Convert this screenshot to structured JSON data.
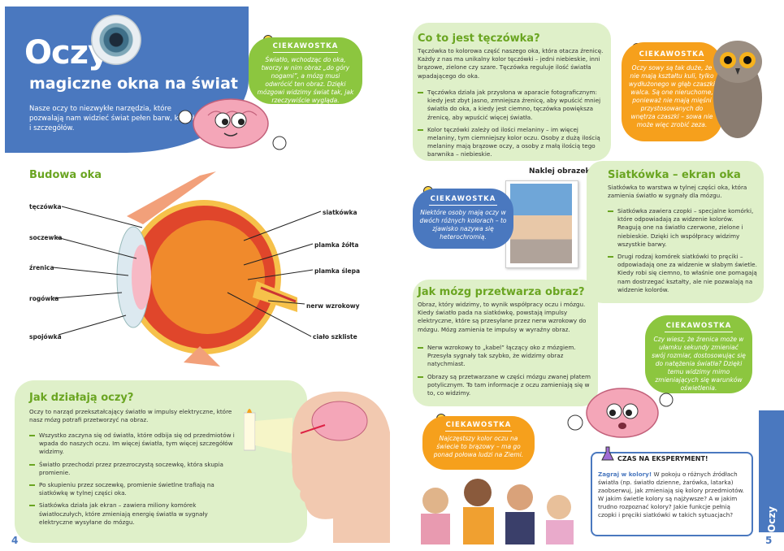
{
  "left": {
    "title": "Oczy",
    "subtitle": "magiczne okna na świat",
    "intro": "Nasze oczy to niezwykłe narzędzia, które pozwalają nam widzieć świat pełen barw, kształtów i szczegółów.",
    "curio1": {
      "label": "CIEKAWOSTKA",
      "text": "Światło, wchodząc do oka, tworzy w nim obraz „do góry nogami”, a mózg musi odwrócić ten obraz. Dzięki mózgowi widzimy świat tak, jak rzeczywiście wygląda."
    },
    "budowa": {
      "title": "Budowa oka",
      "labels_left": [
        "tęczówka",
        "soczewka",
        "źrenica",
        "rogówka",
        "spojówka"
      ],
      "labels_right": [
        "siatkówka",
        "plamka żółta",
        "plamka ślepa",
        "nerw wzrokowy",
        "ciało szkliste"
      ]
    },
    "jak": {
      "title": "Jak działają oczy?",
      "intro": "Oczy to narząd przekształcający światło w impulsy elektryczne, które nasz mózg potrafi przetworzyć na obraz.",
      "bullets": [
        "Wszystko zaczyna się od światła, które odbija się od przedmiotów i wpada do naszych oczu. Im więcej światła, tym więcej szczegółów widzimy.",
        "Światło przechodzi przez przezroczystą soczewkę, która skupia promienie.",
        "Po skupieniu przez soczewkę, promienie świetlne trafiają na siatkówkę w tylnej części oka.",
        "Siatkówka działa jak ekran – zawiera miliony komórek światłoczułych, które zmieniają energię światła w sygnały elektryczne wysyłane do mózgu."
      ]
    },
    "page_number": "4"
  },
  "right": {
    "teczowka": {
      "title": "Co to jest tęczówka?",
      "intro": "Tęczówka to kolorowa część naszego oka, która otacza źrenicę. Każdy z nas ma unikalny kolor tęczówki – jedni niebieskie, inni brązowe, zielone czy szare. Tęczówka reguluje ilość światła wpadającego do oka.",
      "bullets": [
        "Tęczówka działa jak przysłona w aparacie fotograficznym: kiedy jest zbyt jasno, zmniejsza źrenicę, aby wpuścić mniej światła do oka, a kiedy jest ciemno, tęczówka powiększa źrenicę, aby wpuścić więcej światła.",
        "Kolor tęczówki zależy od ilości melaniny – im więcej melaniny, tym ciemniejszy kolor oczu. Osoby z dużą ilością melaniny mają brązowe oczy, a osoby z małą ilością tego barwnika – niebieskie."
      ]
    },
    "curio_owl": {
      "label": "CIEKAWOSTKA",
      "text": "Oczy sowy są tak duże, że nie mają kształtu kuli, tylko wydłużonego w głąb czaszki walca. Są one nieruchome, ponieważ nie mają mięśni przystosowanych do wnętrza czaszki – sowa nie może więc zrobić zeza."
    },
    "naklej": "Naklej obrazek",
    "curio_hetero": {
      "label": "CIEKAWOSTKA",
      "text": "Niektóre osoby mają oczy w dwóch różnych kolorach – to zjawisko nazywa się heterochromią."
    },
    "siatkowka": {
      "title": "Siatkówka – ekran oka",
      "intro": "Siatkówka to warstwa w tylnej części oka, która zamienia światło w sygnały dla mózgu.",
      "bullets": [
        "Siatkówka zawiera czopki – specjalne komórki, które odpowiadają za widzenie kolorów. Reagują one na światło czerwone, zielone i niebieskie. Dzięki ich współpracy widzimy wszystkie barwy.",
        "Drugi rodzaj komórek siatkówki to pręciki – odpowiadają one za widzenie w słabym świetle. Kiedy robi się ciemno, to właśnie one pomagają nam dostrzegać kształty, ale nie pozwalają na widzenie kolorów."
      ]
    },
    "mozg": {
      "title": "Jak mózg przetwarza obraz?",
      "intro": "Obraz, który widzimy, to wynik współpracy oczu i mózgu. Kiedy światło pada na siatkówkę, powstają impulsy elektryczne, które są przesyłane przez nerw wzrokowy do mózgu. Mózg zamienia te impulsy w wyraźny obraz.",
      "bullets": [
        "Nerw wzrokowy to „kabel” łączący oko z mózgiem. Przesyła sygnały tak szybko, że widzimy obraz natychmiast.",
        "Obrazy są przetwarzane w części mózgu zwanej płatem potylicznym. To tam informacje z oczu zamieniają się w to, co widzimy."
      ]
    },
    "curio_pupil": {
      "label": "CIEKAWOSTKA",
      "text": "Czy wiesz, że źrenica może w ułamku sekundy zmieniać swój rozmiar, dostosowując się do natężenia światła? Dzięki temu widzimy mimo zmieniających się warunków oświetlenia."
    },
    "curio_brown": {
      "label": "CIEKAWOSTKA",
      "text": "Najczęstszy kolor oczu na świecie to brązowy – ma go ponad połowa ludzi na Ziemi."
    },
    "experiment": {
      "title": "CZAS NA EKSPERYMENT!",
      "lead": "Zagraj w kolory!",
      "text": "W pokoju o różnych źródłach światła (np. światło dzienne, żarówka, latarka) zaobserwuj, jak zmieniają się kolory przedmiotów. W jakim świetle kolory są najżywsze? A w jakim trudno rozpoznać kolory? Jakie funkcje pełnią czopki i pręciki siatkówki w takich sytuacjach?"
    },
    "side_tab": "Oczy",
    "page_number": "5"
  },
  "colors": {
    "blue": "#4a78bf",
    "green": "#8cc63f",
    "orange": "#f6a01c",
    "light_green": "#dff0c9"
  }
}
